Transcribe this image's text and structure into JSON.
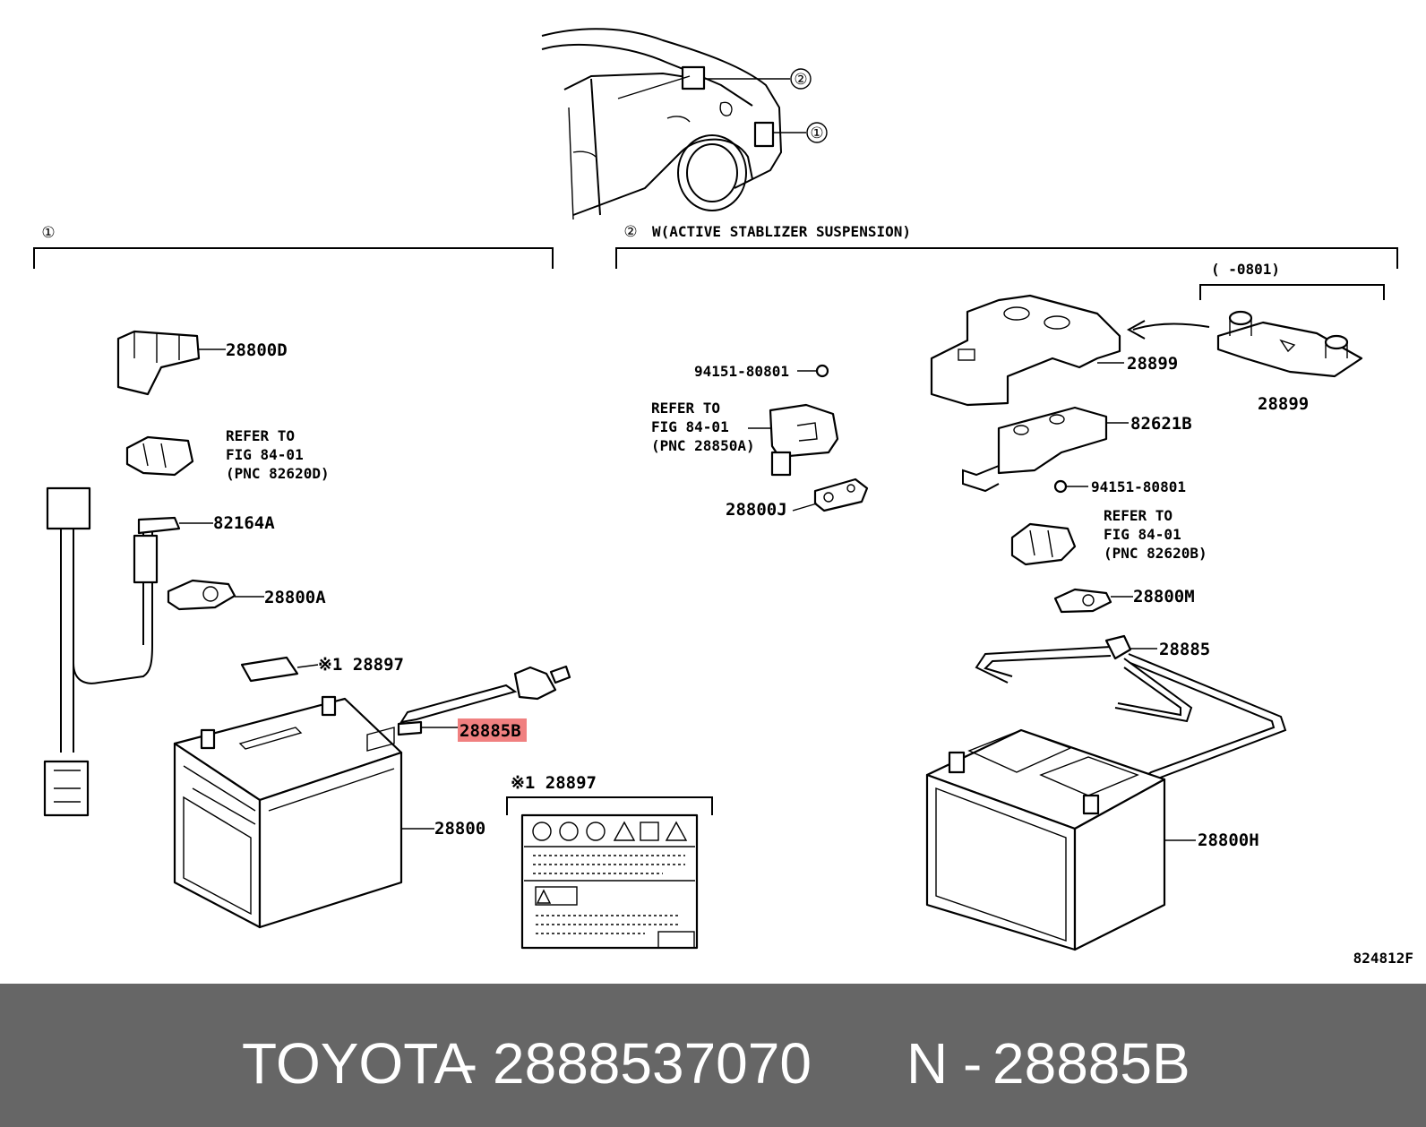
{
  "diagram_id": "824812F",
  "view_labels": {
    "view1_marker": "①",
    "view2_marker": "②"
  },
  "view2_caption": "W(ACTIVE STABLIZER SUSPENSION)",
  "date_range": "(      -0801)",
  "parts": {
    "p28800D": "28800D",
    "p82164A": "82164A",
    "p28800A": "28800A",
    "p28897_top": "※1 28897",
    "p28885B": "28885B",
    "p28800": "28800",
    "p28897_label": "※1 28897",
    "p94151_a": "94151-80801",
    "p28800J": "28800J",
    "p28899_a": "28899",
    "p28899_b": "28899",
    "p82621B": "82621B",
    "p94151_b": "94151-80801",
    "p28800M": "28800M",
    "p28885": "28885",
    "p28800H": "28800H"
  },
  "refer_blocks": {
    "ref_82620D": [
      "REFER TO",
      "FIG 84-01",
      "(PNC 82620D)"
    ],
    "ref_28850A": [
      "REFER TO",
      "FIG 84-01",
      "(PNC 28850A)"
    ],
    "ref_82620B": [
      "REFER TO",
      "FIG 84-01",
      "(PNC 82620B)"
    ]
  },
  "highlight_color": "#f08080",
  "footer": {
    "brand": "TOYOTA",
    "separator": "-",
    "part_number": "2888537070",
    "n_label": "N",
    "n_separator": "-",
    "n_code": "28885B"
  }
}
